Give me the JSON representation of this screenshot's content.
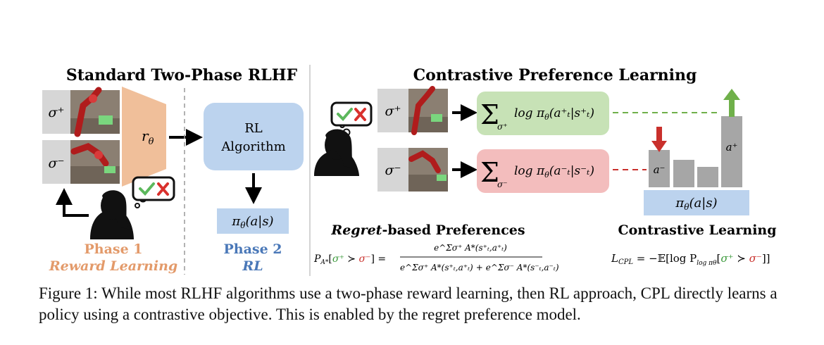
{
  "left_panel": {
    "title": "Standard Two-Phase RLHF",
    "sigma_plus": "σ⁺",
    "sigma_minus": "σ⁻",
    "reward_symbol": "r",
    "reward_subscript": "θ",
    "rl_box_line1": "RL",
    "rl_box_line2": "Algorithm",
    "policy_label": "π",
    "policy_sub": "θ",
    "policy_args": "(a|s)",
    "phase1_title": "Phase 1",
    "phase1_sub": "Reward Learning",
    "phase2_title": "Phase 2",
    "phase2_sub": "RL"
  },
  "right_panel": {
    "title": "Contrastive Preference Learning",
    "sigma_plus": "σ⁺",
    "sigma_minus": "σ⁻",
    "sum_plus_sub": "σ⁺",
    "sum_minus_sub": "σ⁻",
    "logpi_plus": "log π",
    "logpi_plus_args": "(a⁺ₜ|s⁺ₜ)",
    "logpi_minus": "log π",
    "logpi_minus_args": "(a⁻ₜ|s⁻ₜ)",
    "theta": "θ",
    "bar_a_minus": "a⁻",
    "bar_a_plus": "a⁺",
    "policy_label": "π",
    "policy_sub": "θ",
    "policy_args": "(a|s)",
    "regret_emph": "Regret",
    "regret_rest": "-based Preferences",
    "contrastive_title": "Contrastive Learning",
    "formula_lhs_p": "P",
    "formula_lhs_sub": "A*",
    "formula_lhs_open": "[",
    "formula_lhs_sp": "σ⁺",
    "formula_lhs_gt": " ≻ ",
    "formula_lhs_sm": "σ⁻",
    "formula_lhs_close": "] =",
    "formula_num": "e^Σσ⁺ A*(s⁺ₜ,a⁺ₜ)",
    "formula_den1": "e^Σσ⁺ A*(s⁺ₜ,a⁺ₜ)",
    "formula_den_plus": "+",
    "formula_den2": "e^Σσ⁻ A*(s⁻ₜ,a⁻ₜ)",
    "loss_lhs": "L",
    "loss_sub": "CPL",
    "loss_eq": " = −𝔼[log P",
    "loss_psub": "log πθ",
    "loss_open": "[",
    "loss_sp": "σ⁺",
    "loss_gt": " ≻ ",
    "loss_sm": "σ⁻",
    "loss_close": "]]"
  },
  "caption": "Figure 1: While most RLHF algorithms use a two-phase reward learning, then RL approach, CPL directly learns a policy using a contrastive objective. This is enabled by the regret preference model.",
  "colors": {
    "phase1": "#e39a6a",
    "phase2": "#4a78b8",
    "reward_trap": "#f0bf9a",
    "rl_box": "#bcd3ee",
    "green_box": "#c7e2b6",
    "red_box": "#f3bdbd",
    "green": "#6fb04a",
    "red": "#c9302c",
    "bar": "#a6a6a6",
    "sigma_box": "#d6d6d6"
  },
  "icons": [
    "check-icon",
    "cross-icon",
    "person-icon",
    "robot-arm-image",
    "down-arrow-icon",
    "up-arrow-icon"
  ]
}
